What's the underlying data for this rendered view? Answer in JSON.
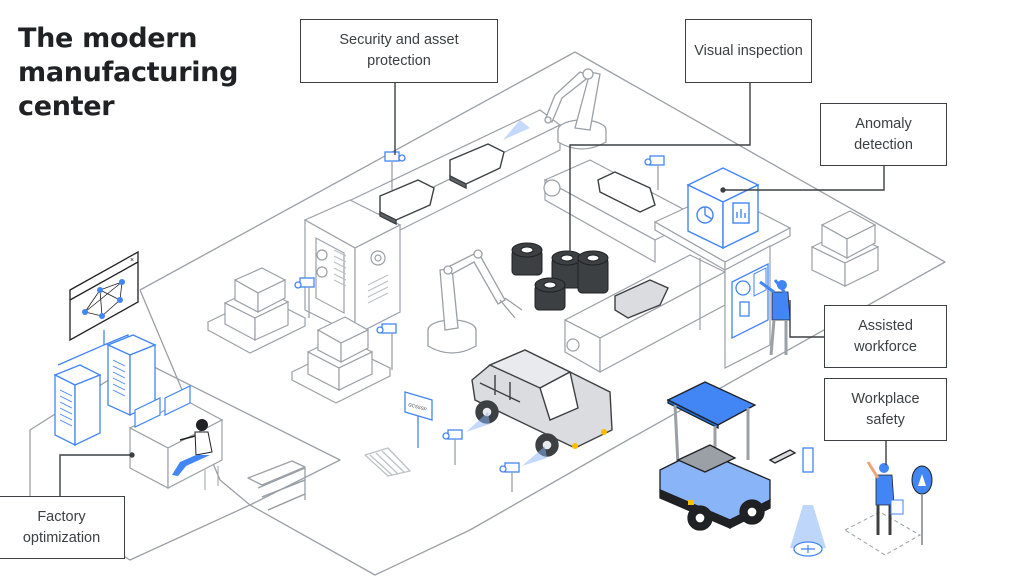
{
  "title": "The modern manufacturing center",
  "callouts": {
    "security": "Security and asset protection",
    "visual_inspection": "Visual inspection",
    "anomaly_detection": "Anomaly detection",
    "assisted_workforce": "Assisted workforce",
    "workplace_safety": "Workplace safety",
    "factory_optimization": "Factory optimization"
  },
  "sign_text": "GCSSSP",
  "colors": {
    "accent_blue": "#4285f4",
    "light_blue": "#8ab4f8",
    "line_gray": "#9aa0a6",
    "dark": "#3c4043",
    "tire": "#3c4043",
    "car_body": "#dadce0",
    "headlight": "#fbbc04"
  }
}
